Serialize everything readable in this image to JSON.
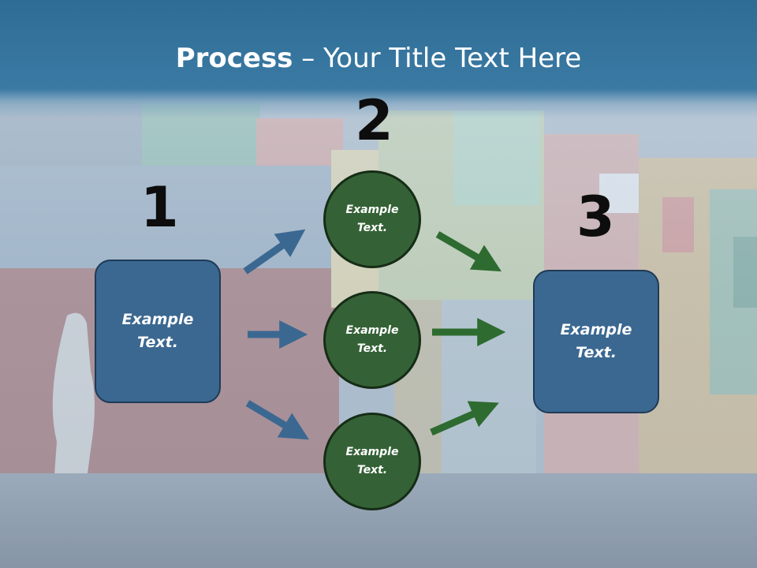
{
  "title": {
    "bold": "Process",
    "rest": " – Your Title Text Here"
  },
  "steps": [
    {
      "number": "1",
      "text": "Example\nText."
    },
    {
      "number": "2",
      "text": ""
    },
    {
      "number": "3",
      "text": "Example\nText."
    }
  ],
  "circles": [
    {
      "text": "Example\nText."
    },
    {
      "text": "Example\nText."
    },
    {
      "text": "Example\nText."
    }
  ],
  "colors": {
    "title_band": "#2f6c95",
    "box_fill": "#3b6891",
    "circle_fill": "#346236",
    "arrow_blue": "#3b6891",
    "arrow_green": "#2e6b30"
  }
}
